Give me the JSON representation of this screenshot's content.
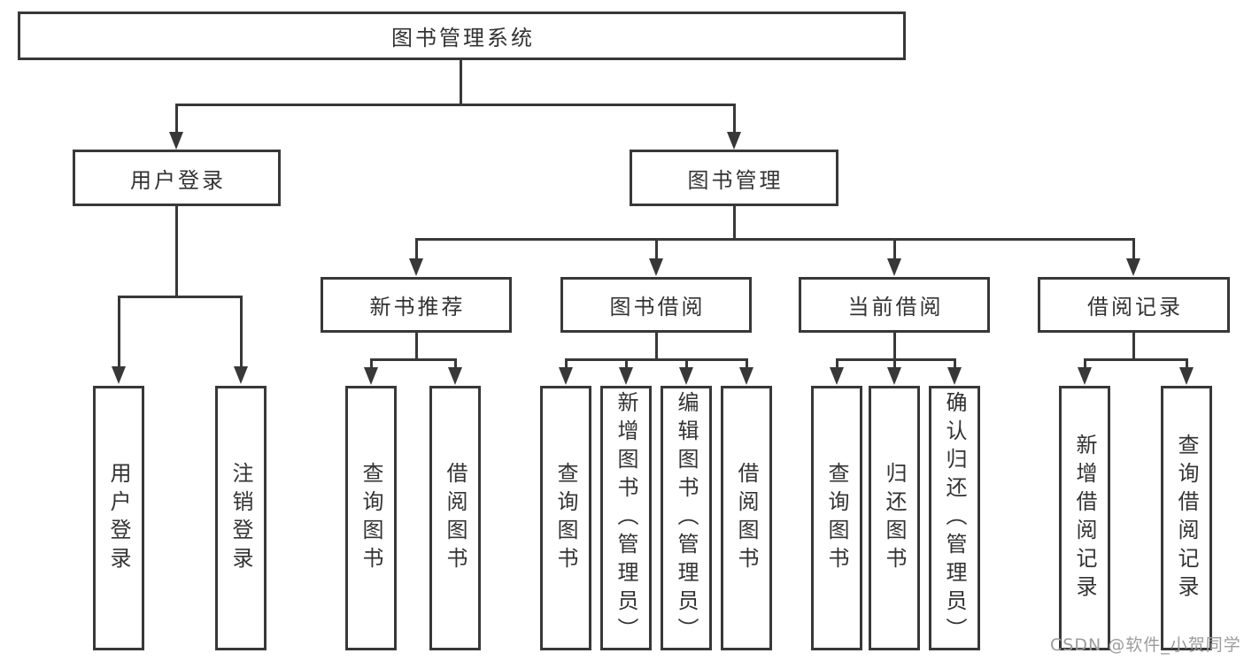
{
  "colors": {
    "line": "#383838",
    "text": "#333333",
    "background": "#ffffff",
    "watermark": "#9c9c9c"
  },
  "diagram": {
    "type": "hierarchy-tree",
    "title": "图书管理系统",
    "level2": [
      {
        "label": "用户登录"
      },
      {
        "label": "图书管理"
      }
    ],
    "level3": [
      {
        "label": "新书推荐"
      },
      {
        "label": "图书借阅"
      },
      {
        "label": "当前借阅"
      },
      {
        "label": "借阅记录"
      }
    ],
    "level4": [
      {
        "label": "用户登录"
      },
      {
        "label": "注销登录"
      },
      {
        "label": "查询图书"
      },
      {
        "label": "借阅图书"
      },
      {
        "label": "查询图书"
      },
      {
        "label": "新增图书（管理员）"
      },
      {
        "label": "编辑图书（管理员）"
      },
      {
        "label": "借阅图书"
      },
      {
        "label": "查询图书"
      },
      {
        "label": "归还图书"
      },
      {
        "label": "确认归还（管理员）"
      },
      {
        "label": "新增借阅记录"
      },
      {
        "label": "查询借阅记录"
      }
    ]
  },
  "watermark": {
    "text": "CSDN @软件_小贺同学"
  }
}
